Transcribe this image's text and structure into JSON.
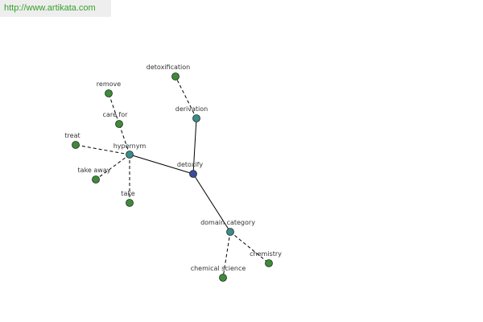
{
  "watermark": "http://www.artikata.com",
  "colors": {
    "center_node": "#3b4a9a",
    "relation_node": "#3c8a8c",
    "leaf_node": "#3f8a3a",
    "node_stroke": "#1f2f1f",
    "solid_edge": "#000000",
    "dashed_edge": "#000000"
  },
  "graph": {
    "nodes": [
      {
        "id": "detoxify",
        "label": "detoxify",
        "kind": "center"
      },
      {
        "id": "hypernym",
        "label": "hypernym",
        "kind": "relation"
      },
      {
        "id": "derivation",
        "label": "derivation",
        "kind": "relation"
      },
      {
        "id": "domain_category",
        "label": "domain category",
        "kind": "relation"
      },
      {
        "id": "detoxification",
        "label": "detoxification",
        "kind": "leaf"
      },
      {
        "id": "remove",
        "label": "remove",
        "kind": "leaf"
      },
      {
        "id": "care_for",
        "label": "care for",
        "kind": "leaf"
      },
      {
        "id": "treat",
        "label": "treat",
        "kind": "leaf"
      },
      {
        "id": "take_away",
        "label": "take away",
        "kind": "leaf"
      },
      {
        "id": "take",
        "label": "take",
        "kind": "leaf"
      },
      {
        "id": "chemistry",
        "label": "chemistry",
        "kind": "leaf"
      },
      {
        "id": "chemical_science",
        "label": "chemical science",
        "kind": "leaf"
      }
    ],
    "edges": [
      {
        "from": "detoxify",
        "to": "hypernym",
        "style": "solid"
      },
      {
        "from": "detoxify",
        "to": "derivation",
        "style": "solid"
      },
      {
        "from": "detoxify",
        "to": "domain_category",
        "style": "solid"
      },
      {
        "from": "derivation",
        "to": "detoxification",
        "style": "dashed"
      },
      {
        "from": "hypernym",
        "to": "care_for",
        "style": "dashed"
      },
      {
        "from": "care_for",
        "to": "remove",
        "style": "dashed"
      },
      {
        "from": "hypernym",
        "to": "treat",
        "style": "dashed"
      },
      {
        "from": "hypernym",
        "to": "take_away",
        "style": "dashed"
      },
      {
        "from": "hypernym",
        "to": "take",
        "style": "dashed"
      },
      {
        "from": "domain_category",
        "to": "chemistry",
        "style": "dashed"
      },
      {
        "from": "domain_category",
        "to": "chemical_science",
        "style": "dashed"
      }
    ]
  }
}
